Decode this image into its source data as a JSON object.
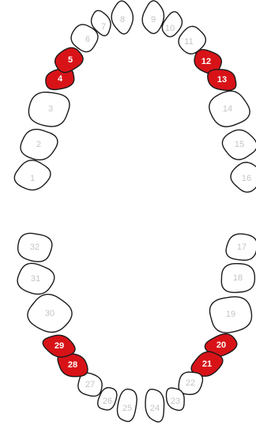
{
  "colors": {
    "marked_fill": "#d81318",
    "unmarked_fill": "#ffffff",
    "marked_label": "#ffffff",
    "unmarked_label": "#c4c4c4",
    "outline": "#1a1a1a"
  },
  "teeth": [
    {
      "number": "1",
      "marked": false
    },
    {
      "number": "2",
      "marked": false
    },
    {
      "number": "3",
      "marked": false
    },
    {
      "number": "4",
      "marked": true
    },
    {
      "number": "5",
      "marked": true
    },
    {
      "number": "6",
      "marked": false
    },
    {
      "number": "7",
      "marked": false
    },
    {
      "number": "8",
      "marked": false
    },
    {
      "number": "9",
      "marked": false
    },
    {
      "number": "10",
      "marked": false
    },
    {
      "number": "11",
      "marked": false
    },
    {
      "number": "12",
      "marked": true
    },
    {
      "number": "13",
      "marked": true
    },
    {
      "number": "14",
      "marked": false
    },
    {
      "number": "15",
      "marked": false
    },
    {
      "number": "16",
      "marked": false
    },
    {
      "number": "17",
      "marked": false
    },
    {
      "number": "18",
      "marked": false
    },
    {
      "number": "19",
      "marked": false
    },
    {
      "number": "20",
      "marked": true
    },
    {
      "number": "21",
      "marked": true
    },
    {
      "number": "22",
      "marked": false
    },
    {
      "number": "23",
      "marked": false
    },
    {
      "number": "24",
      "marked": false
    },
    {
      "number": "25",
      "marked": false
    },
    {
      "number": "26",
      "marked": false
    },
    {
      "number": "27",
      "marked": false
    },
    {
      "number": "28",
      "marked": true
    },
    {
      "number": "29",
      "marked": true
    },
    {
      "number": "30",
      "marked": false
    },
    {
      "number": "31",
      "marked": false
    },
    {
      "number": "32",
      "marked": false
    }
  ]
}
